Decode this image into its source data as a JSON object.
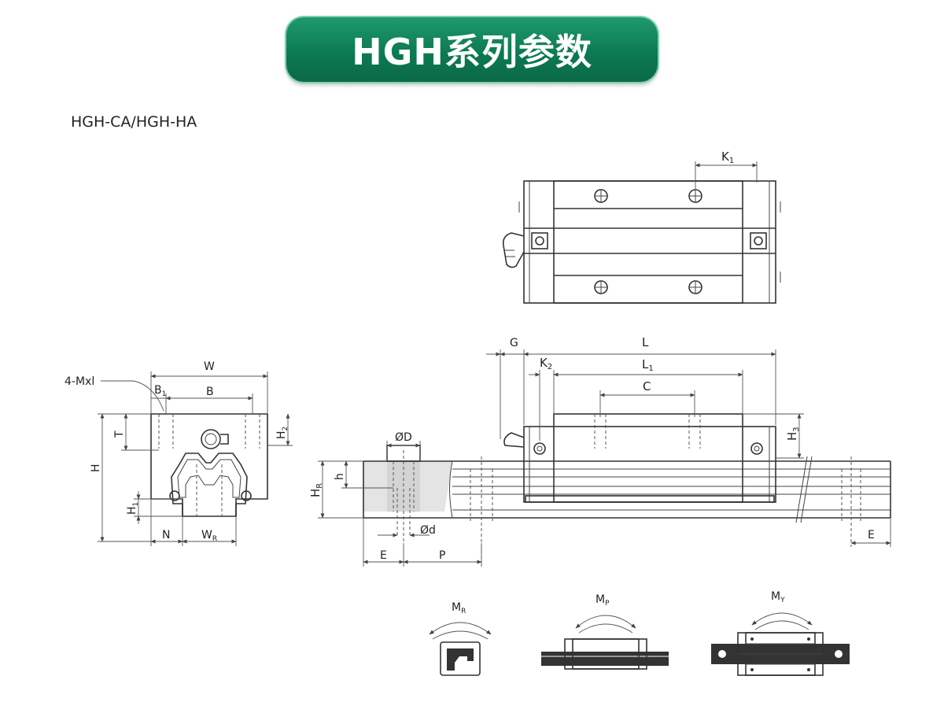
{
  "header": {
    "title": "HGH系列参数"
  },
  "subtitle": "HGH-CA/HGH-HA",
  "front_view": {
    "callout": "4-Mxl",
    "labels": {
      "W": "W",
      "B": "B",
      "B1": "B",
      "B1_sub": "1",
      "H": "H",
      "T": "T",
      "H2": "H",
      "H2_sub": "2",
      "H1": "H",
      "H1_sub": "1",
      "N": "N",
      "WR": "W",
      "WR_sub": "R"
    }
  },
  "top_view": {
    "labels": {
      "K1": "K",
      "K1_sub": "1"
    }
  },
  "side_view": {
    "labels": {
      "G": "G",
      "L": "L",
      "L1": "L",
      "L1_sub": "1",
      "K2": "K",
      "K2_sub": "2",
      "C": "C",
      "H3": "H",
      "H3_sub": "3",
      "HR": "H",
      "HR_sub": "R",
      "h": "h",
      "D": "ØD",
      "d": "Ød",
      "E_left": "E",
      "P": "P",
      "E_right": "E"
    }
  },
  "moments": [
    {
      "label": "M",
      "sub": "R"
    },
    {
      "label": "M",
      "sub": "P"
    },
    {
      "label": "M",
      "sub": "Y"
    }
  ]
}
